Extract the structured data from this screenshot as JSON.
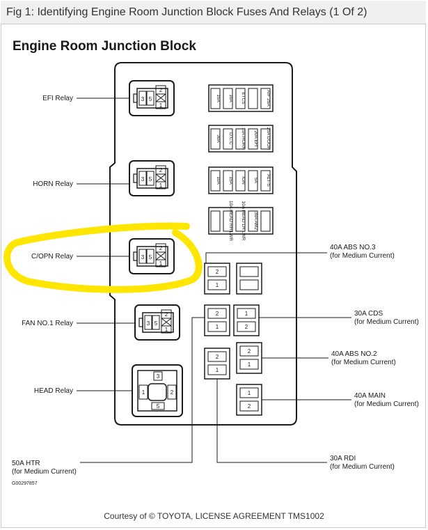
{
  "caption": "Fig 1: Identifying Engine Room Junction Block Fuses And Relays (1 Of 2)",
  "heading": "Engine Room Junction Block",
  "code": "G00297857",
  "courtesy": "Courtesy of © TOYOTA, LICENSE AGREEMENT TMS1002",
  "highlight_color": "#ffe600",
  "relays": [
    {
      "label": "EFI Relay",
      "pins": [
        "3",
        "5",
        "2",
        "1"
      ]
    },
    {
      "label": "HORN Relay",
      "pins": [
        "3",
        "5",
        "2",
        "1"
      ]
    },
    {
      "label": "C/OPN Relay",
      "pins": [
        "3",
        "5",
        "2",
        "1"
      ]
    },
    {
      "label": "FAN NO.1 Relay",
      "pins": [
        "3",
        "5",
        "2",
        "1"
      ]
    },
    {
      "label": "HEAD Relay",
      "pins": [
        "3",
        "1",
        "2",
        "5"
      ]
    }
  ],
  "mini_fuses": [
    [
      "15A",
      "10A",
      "ETCS",
      "",
      "A/F 25A"
    ],
    [
      "30A",
      "D.C.C",
      "10A HORN",
      "20A EFI",
      "25A DOOR"
    ],
    [
      "10A",
      "15A",
      "IGN",
      "5A",
      "ALT-S"
    ],
    [
      "",
      "10A HEAD RH LWR",
      "10A HEAD LH LWR",
      "30A AM2",
      ""
    ]
  ],
  "terminals": {
    "one": "1",
    "two": "2"
  },
  "fuse_callouts": [
    {
      "name": "40A ABS NO.3",
      "sub": "(for Medium Current)"
    },
    {
      "name": "30A CDS",
      "sub": "(for Medium Current)"
    },
    {
      "name": "40A ABS NO.2",
      "sub": "(for Medium Current)"
    },
    {
      "name": "40A MAIN",
      "sub": "(for Medium Current)"
    },
    {
      "name": "30A RDI",
      "sub": "(for Medium Current)"
    },
    {
      "name": "50A HTR",
      "sub": "(for Medium Current)"
    }
  ]
}
